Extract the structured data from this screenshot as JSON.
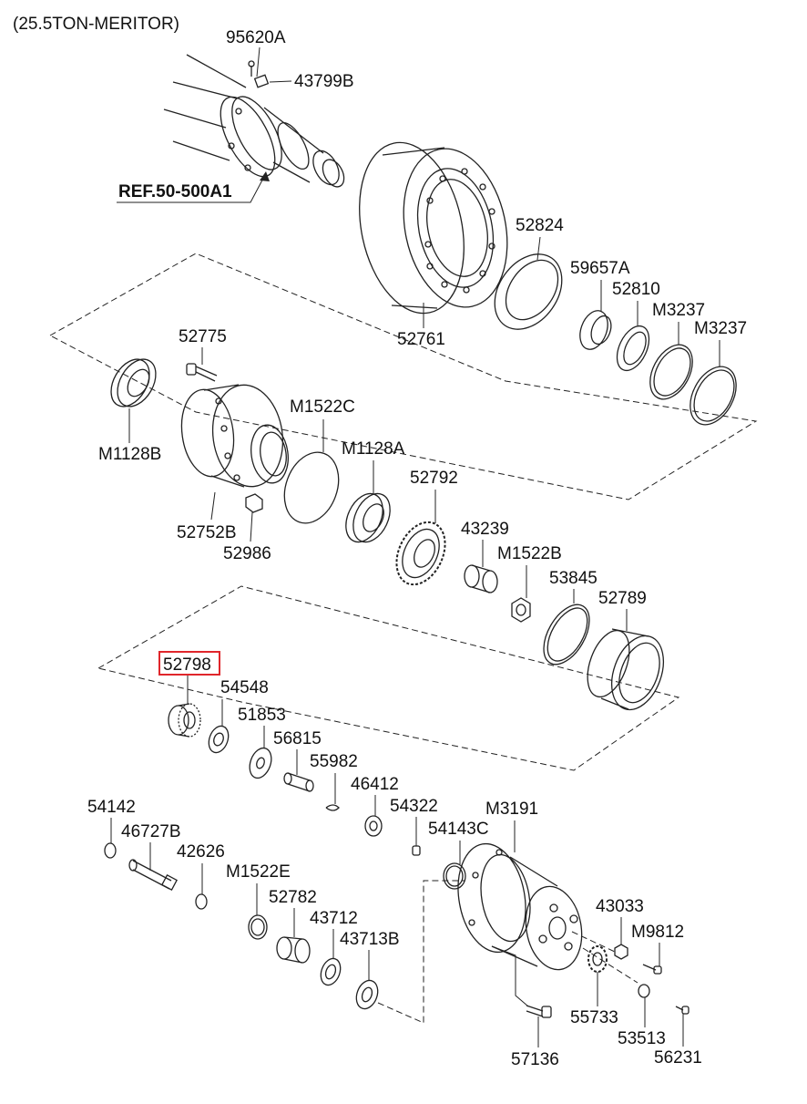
{
  "header": {
    "title": "(25.5TON-MERITOR)"
  },
  "reference": {
    "label": "REF.50-500A1"
  },
  "highlight": {
    "part_no": "52798",
    "color": "#e0262b"
  },
  "parts": {
    "p95620A": "95620A",
    "p43799B": "43799B",
    "p52824": "52824",
    "p59657A": "59657A",
    "p52810": "52810",
    "pM3237a": "M3237",
    "pM3237b": "M3237",
    "p52761": "52761",
    "p52775": "52775",
    "pM1522C": "M1522C",
    "pM1128A": "M1128A",
    "pM1128B": "M1128B",
    "p52752B": "52752B",
    "p52986": "52986",
    "p52792": "52792",
    "p43239": "43239",
    "pM1522B": "M1522B",
    "p53845": "53845",
    "p52789": "52789",
    "p52798": "52798",
    "p54548": "54548",
    "p51853": "51853",
    "p56815": "56815",
    "p55982": "55982",
    "p46412": "46412",
    "p54322": "54322",
    "pM3191": "M3191",
    "p54143C": "54143C",
    "p54142": "54142",
    "p46727B": "46727B",
    "p42626": "42626",
    "pM1522E": "M1522E",
    "p52782": "52782",
    "p43712": "43712",
    "p43713B": "43713B",
    "p43033": "43033",
    "pM9812": "M9812",
    "p55733": "55733",
    "p53513": "53513",
    "p57136": "57136",
    "p56231": "56231"
  }
}
